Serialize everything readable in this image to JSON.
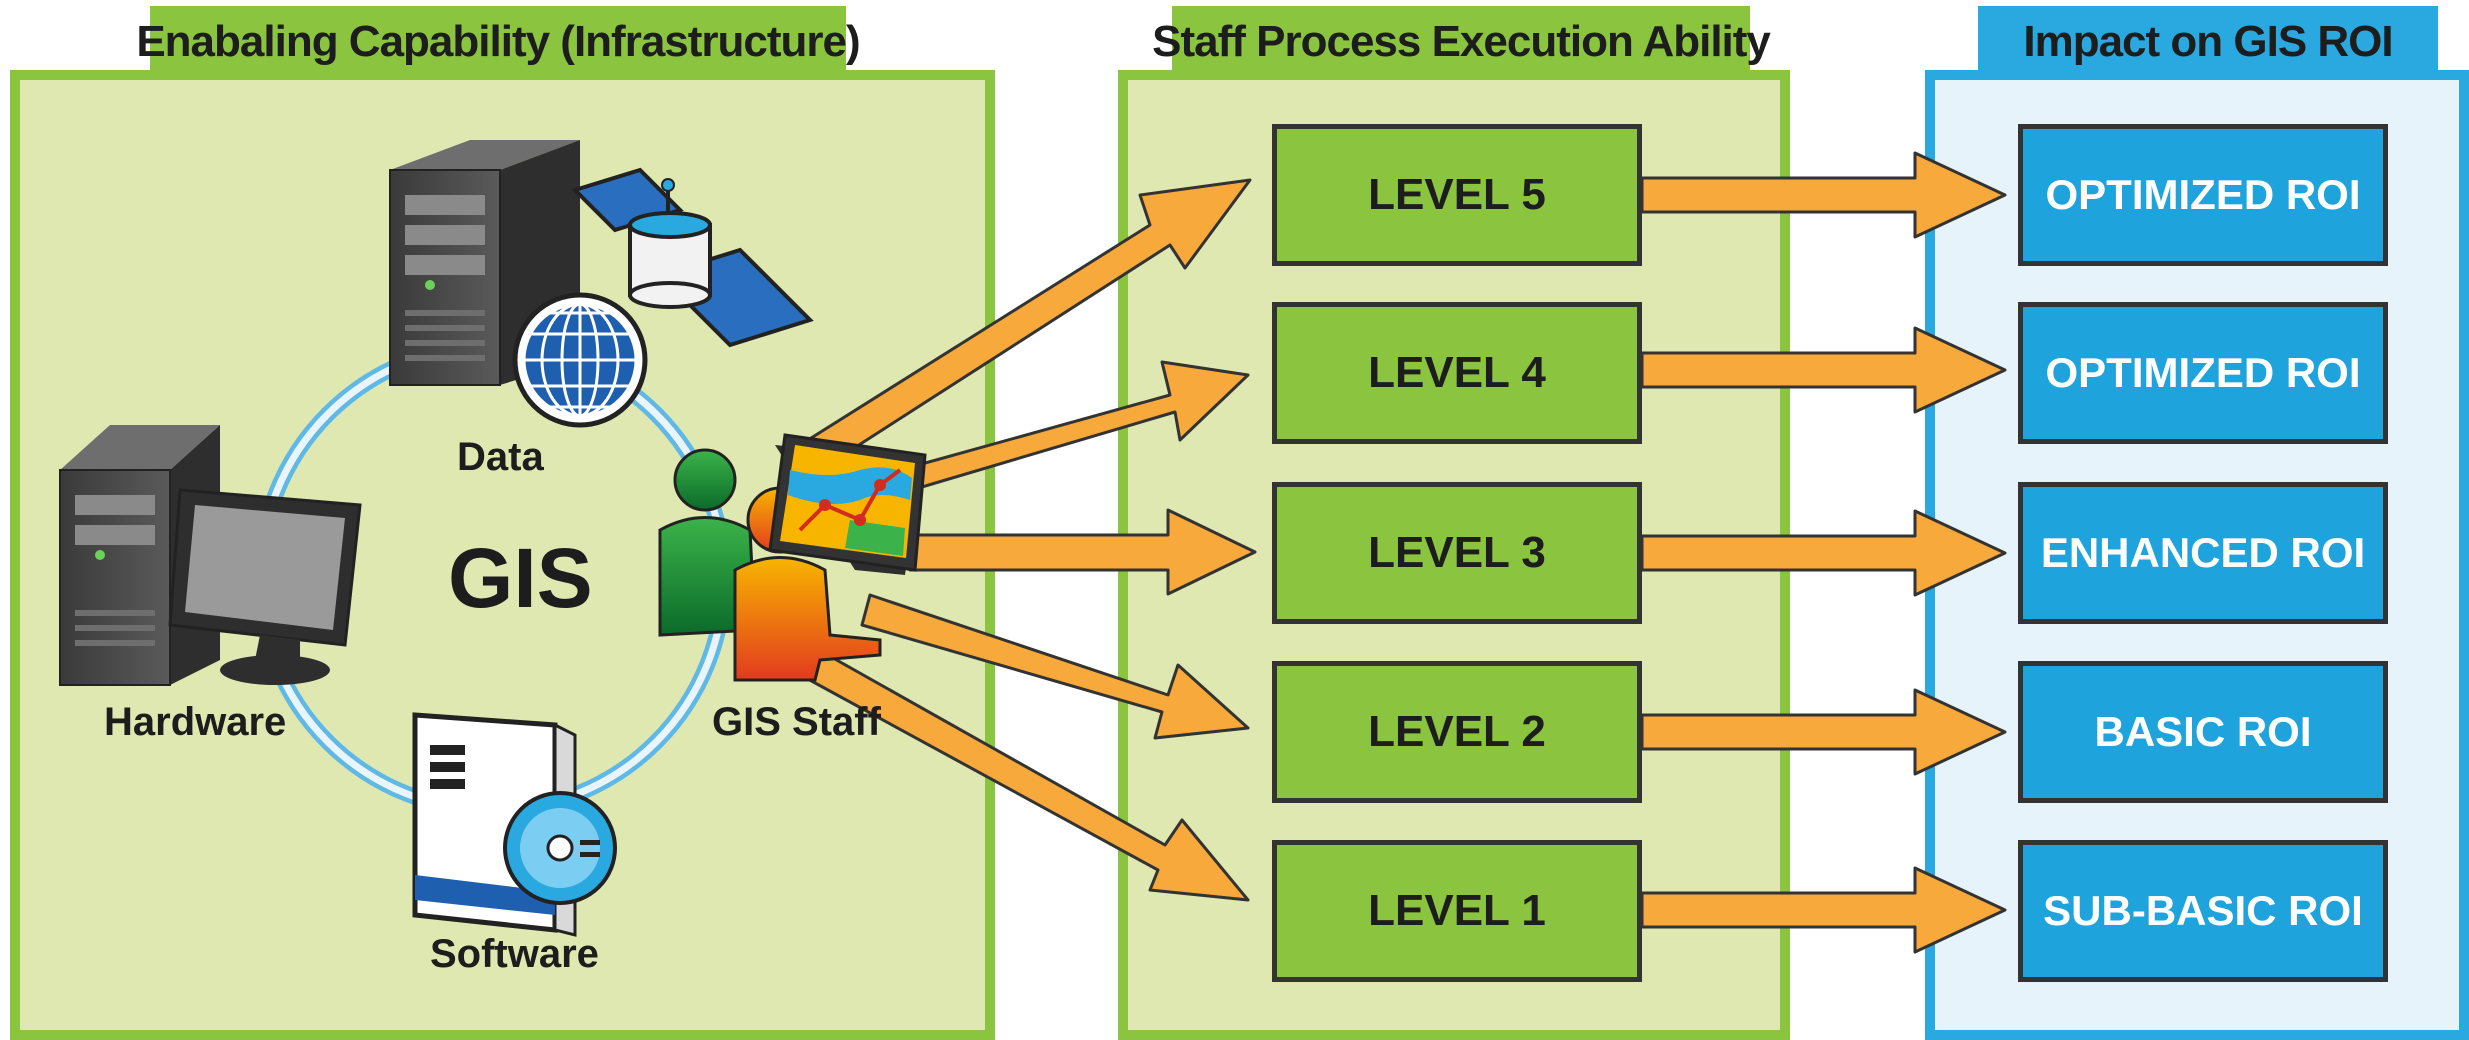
{
  "panels": {
    "infrastructure": {
      "title": "Enabaling Capability (Infrastructure)"
    },
    "staff": {
      "title": "Staff Process Execution Ability"
    },
    "impact": {
      "title": "Impact on GIS ROI"
    }
  },
  "infrastructure": {
    "center_label": "GIS",
    "components": [
      "Data",
      "Hardware",
      "Software",
      "GIS Staff"
    ]
  },
  "levels": [
    "LEVEL 5",
    "LEVEL 4",
    "LEVEL 3",
    "LEVEL 2",
    "LEVEL 1"
  ],
  "roi": [
    "OPTIMIZED ROI",
    "OPTIMIZED ROI",
    "ENHANCED ROI",
    "BASIC ROI",
    "SUB-BASIC ROI"
  ],
  "colors": {
    "green_border": "#8bc53f",
    "green_panel": "#dfe8b0",
    "blue_border": "#2aa8e0",
    "blue_panel": "#e6f3fb",
    "arrow": "#f7a93b"
  },
  "icons": [
    "server-icon",
    "satellite-icon",
    "database-icon",
    "globe-icon",
    "computer-icon",
    "monitor-icon",
    "software-box-icon",
    "cd-icon",
    "people-icon",
    "map-tablet-icon"
  ]
}
